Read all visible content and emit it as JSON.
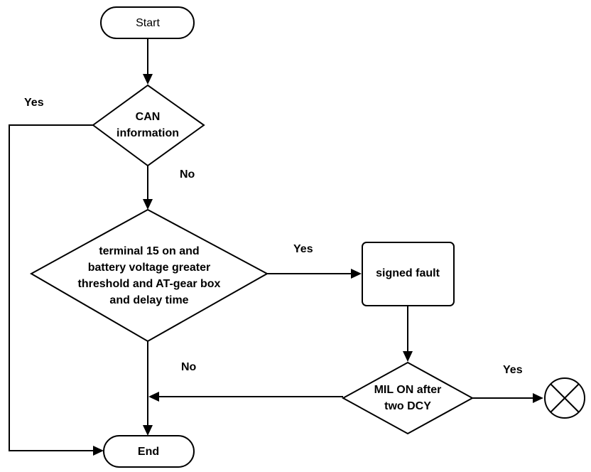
{
  "nodes": {
    "start": {
      "label": "Start"
    },
    "can": {
      "lines": [
        "CAN",
        "information"
      ]
    },
    "condition": {
      "lines": [
        "terminal 15 on and",
        "battery voltage greater",
        "threshold and AT-gear box",
        "and delay time"
      ]
    },
    "signed_fault": {
      "label": "signed fault"
    },
    "mil": {
      "lines": [
        "MIL ON after",
        "two DCY"
      ]
    },
    "end": {
      "label": "End"
    }
  },
  "edge_labels": {
    "can_yes": "Yes",
    "can_no": "No",
    "condition_yes": "Yes",
    "condition_no": "No",
    "mil_yes": "Yes"
  }
}
